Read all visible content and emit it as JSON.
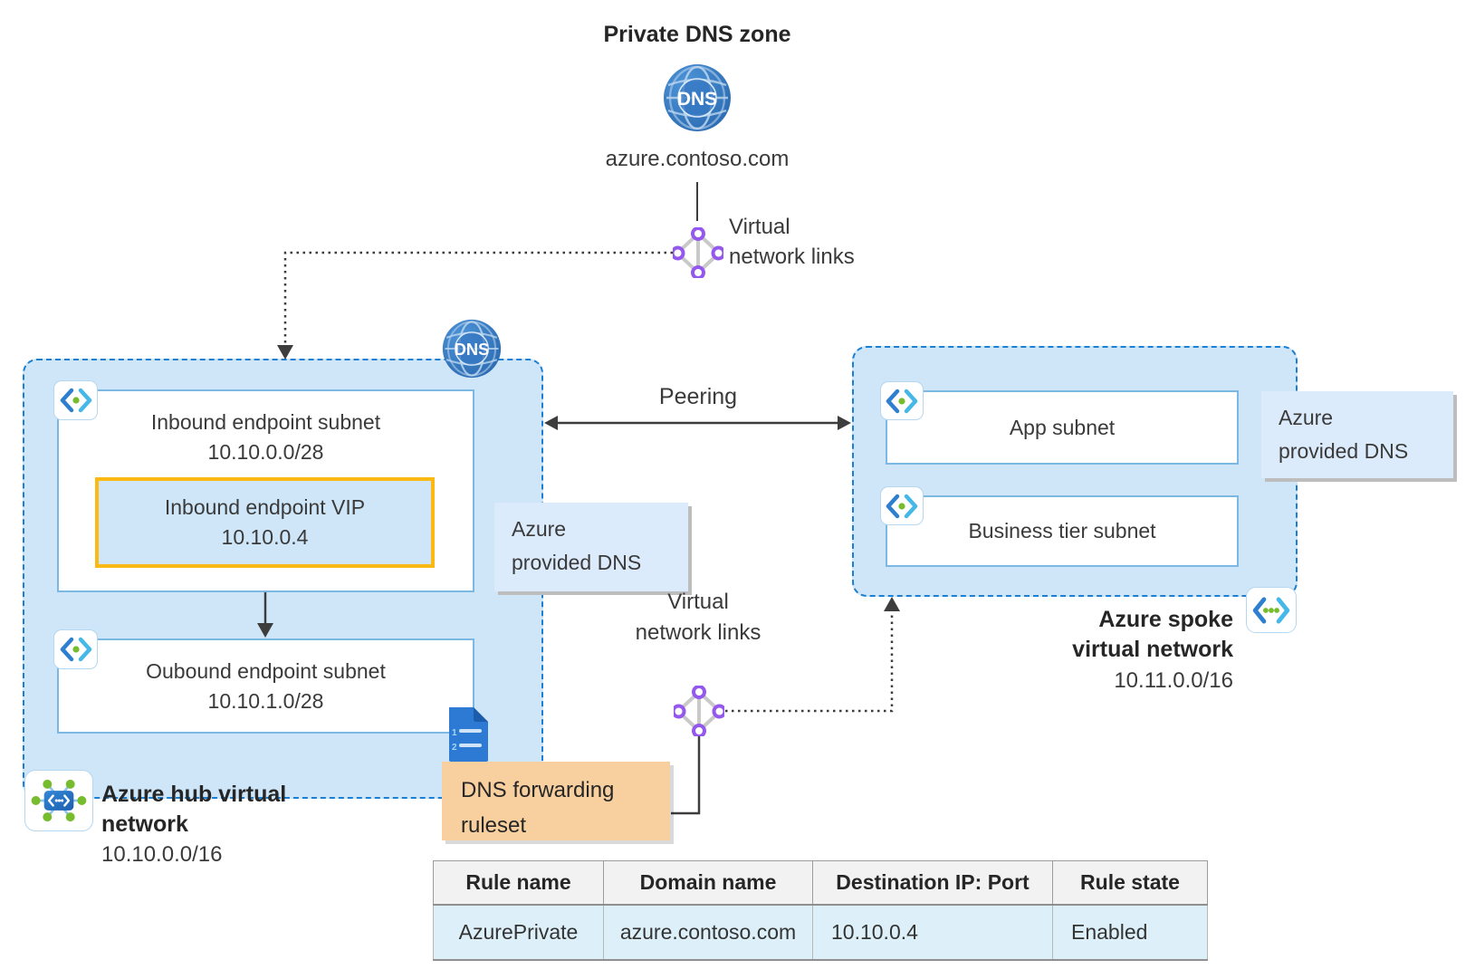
{
  "header": {
    "title": "Private DNS zone",
    "dns_badge": "DNS",
    "zone_domain": "azure.contoso.com"
  },
  "links_top": {
    "label": "Virtual\nnetwork links"
  },
  "hub": {
    "dns_badge": "DNS",
    "inbound_subnet": {
      "name": "Inbound endpoint subnet",
      "cidr": "10.10.0.0/28"
    },
    "inbound_vip": {
      "name": "Inbound endpoint VIP",
      "ip": "10.10.0.4"
    },
    "outbound_subnet": {
      "name": "Oubound endpoint subnet",
      "cidr": "10.10.1.0/28"
    },
    "label": "Azure hub virtual\nnetwork",
    "cidr": "10.10.0.0/16"
  },
  "peering": {
    "label": "Peering"
  },
  "azure_dns_left": {
    "label": "Azure\nprovided DNS"
  },
  "azure_dns_right": {
    "label": "Azure\nprovided DNS"
  },
  "spoke": {
    "app_subnet": "App subnet",
    "business_subnet": "Business tier subnet",
    "label": "Azure spoke\nvirtual network",
    "cidr": "10.11.0.0/16"
  },
  "links_bottom": {
    "label": "Virtual\nnetwork links"
  },
  "ruleset": {
    "label": "DNS forwarding\nruleset"
  },
  "rules_table": {
    "headers": [
      "Rule name",
      "Domain name",
      "Destination IP: Port",
      "Rule state"
    ],
    "rows": [
      [
        "AzurePrivate",
        "azure.contoso.com",
        "10.10.0.4",
        "Enabled"
      ]
    ]
  },
  "colors": {
    "zone_fill": "#cee6f8",
    "zone_border": "#1b7fd4",
    "vip_border": "#fdb913",
    "ruleset_fill": "#f8d09f",
    "label_fill": "#dcebfb",
    "row_fill": "#ddf0f9"
  }
}
